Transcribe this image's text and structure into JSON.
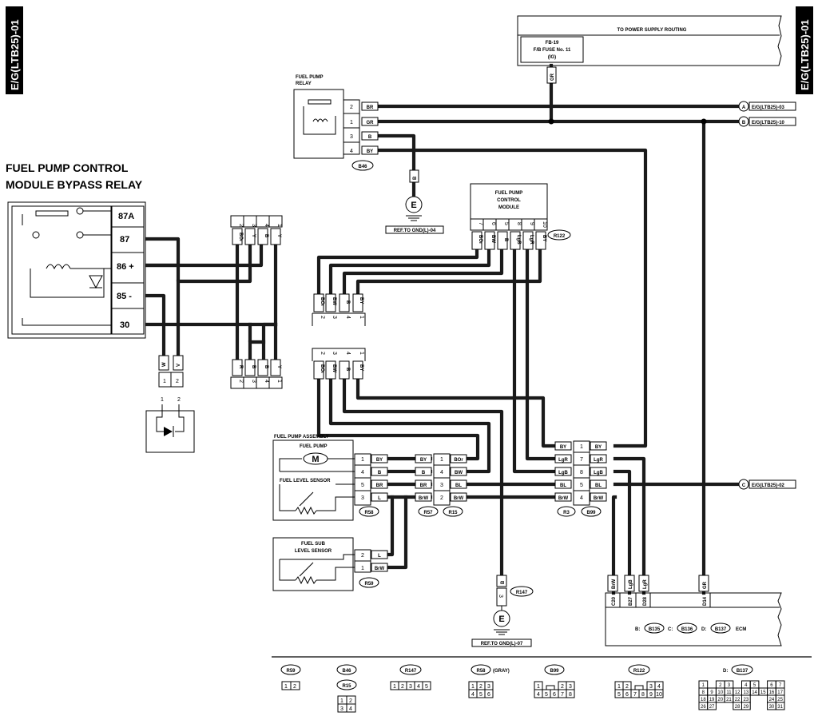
{
  "section_tag": "E/G(LTB25)-01",
  "power": {
    "title": "TO POWER SUPPLY ROUTING",
    "fuse": [
      "FB-19",
      "F/B FUSE No. 11",
      "(IG)"
    ],
    "wire": "GR"
  },
  "relay": {
    "title": [
      "FUEL PUMP",
      "RELAY"
    ],
    "connector": "B46",
    "pins": [
      "2",
      "1",
      "3",
      "4"
    ],
    "wires": [
      "BR",
      "GR",
      "B",
      "BY"
    ],
    "ground_wire": "B",
    "ground_label": "E",
    "ground_ref": "REF.TO GND(L)-04"
  },
  "refs": [
    {
      "id": "A",
      "label": "E/G(LTB25)-03"
    },
    {
      "id": "B",
      "label": "E/G(LTB25)-10"
    },
    {
      "id": "C",
      "label": "E/G(LTB25)-02"
    }
  ],
  "bypass": {
    "title": [
      "FUEL PUMP CONTROL",
      "MODULE BYPASS RELAY"
    ],
    "terminals": [
      "87A",
      "87",
      "86 +",
      "85 -",
      "30"
    ],
    "plug_wires": [
      "W",
      "V"
    ],
    "plug_pins": [
      "1",
      "2"
    ],
    "diode_pins": [
      "1",
      "2"
    ],
    "upper_pins": [
      "2",
      "3",
      "4",
      "1"
    ],
    "upper_wires": [
      "BOr",
      "Y",
      "B",
      "Y"
    ],
    "lower_wires": [
      "R",
      "B",
      "B",
      "Y"
    ],
    "lower_pins": [
      "2",
      "3",
      "4",
      "1"
    ]
  },
  "module": {
    "title": [
      "FUEL PUMP",
      "CONTROL",
      "MODULE"
    ],
    "connector": "R122",
    "pins": [
      "7",
      "6",
      "5",
      "8",
      "9",
      "10"
    ],
    "wires": [
      "BOr",
      "BW",
      "B",
      "LgB",
      "LgR",
      "BY"
    ]
  },
  "plug_a": {
    "wires": [
      "BOr",
      "BW",
      "B",
      "BY"
    ],
    "pins": [
      "2",
      "3",
      "4",
      "1"
    ]
  },
  "plug_b": {
    "pins": [
      "2",
      "3",
      "4",
      "1"
    ],
    "wires": [
      "BOr",
      "BW",
      "B",
      "BY"
    ]
  },
  "assembly": {
    "title": "FUEL PUMP ASSEMBLY",
    "pump": "FUEL PUMP",
    "motor": "M",
    "sensor": "FUEL LEVEL SENSOR",
    "connector": "R58",
    "pins": [
      "1",
      "4",
      "5",
      "3"
    ],
    "wires": [
      "BY",
      "B",
      "BR",
      "L"
    ]
  },
  "r57": {
    "connector": "R57",
    "wires_left": [
      "BY",
      "B",
      "BR",
      "BrW"
    ],
    "pins": [
      "1",
      "4",
      "3",
      "2"
    ],
    "wires_right": [
      "BOr",
      "BW",
      "BL",
      "BrW"
    ],
    "mate": "R15"
  },
  "r3": {
    "connector": "R3",
    "wires_left": [
      "BY",
      "LgR",
      "LgB",
      "BL",
      "BrW"
    ],
    "pins": [
      "1",
      "7",
      "8",
      "5",
      "4"
    ],
    "wires_right": [
      "BY",
      "LgR",
      "LgB",
      "BL",
      "BrW"
    ],
    "mate": "B99"
  },
  "sub": {
    "title": [
      "FUEL SUB",
      "LEVEL SENSOR"
    ],
    "connector": "R59",
    "pins": [
      "2",
      "1"
    ],
    "wires": [
      "L",
      "BrW"
    ]
  },
  "ground2": {
    "connector": "R147",
    "wire": "B",
    "pin": "3",
    "label": "E",
    "ref": "REF.TO GND(L)-07"
  },
  "ecm": {
    "pins": [
      "C20",
      "B27",
      "D28",
      "D14"
    ],
    "wires": [
      "BrW",
      "LgB",
      "LgR",
      "GR"
    ],
    "prefixes": [
      "B:",
      "C:",
      "D:"
    ],
    "connectors": [
      "B135",
      "B136",
      "B137"
    ],
    "label": "ECM"
  },
  "legend": {
    "r59": {
      "name": "R59",
      "rows": [
        [
          "1",
          "2"
        ]
      ]
    },
    "b46": {
      "name": "B46",
      "sub": "R15",
      "rows": [
        [
          "1",
          "2"
        ],
        [
          "3",
          "4"
        ]
      ]
    },
    "r147": {
      "name": "R147",
      "rows": [
        [
          "1",
          "2",
          "3",
          "4",
          "5"
        ]
      ]
    },
    "r58": {
      "name": "R58",
      "note": "(GRAY)",
      "rows": [
        [
          "1",
          "2",
          "3"
        ],
        [
          "4",
          "5",
          "6"
        ]
      ]
    },
    "b99": {
      "name": "B99",
      "rows": [
        [
          "1",
          "",
          "2",
          "3"
        ],
        [
          "4",
          "5",
          "6",
          "7",
          "8"
        ]
      ]
    },
    "r122": {
      "name": "R122",
      "rows": [
        [
          "1",
          "2",
          "",
          "3",
          "4"
        ],
        [
          "5",
          "6",
          "7",
          "8",
          "9",
          "10"
        ]
      ]
    },
    "b137": {
      "name": "B137",
      "prefix": "D:",
      "rows": [
        [
          "1",
          "2",
          "3",
          "4",
          "5",
          "6",
          "7"
        ],
        [
          "8",
          "9",
          "10",
          "11",
          "12",
          "13",
          "14",
          "15",
          "16",
          "17"
        ],
        [
          "18",
          "19",
          "20",
          "21",
          "22",
          "23",
          "24",
          "25"
        ],
        [
          "26",
          "27",
          "28",
          "29",
          "30",
          "31"
        ]
      ]
    }
  }
}
